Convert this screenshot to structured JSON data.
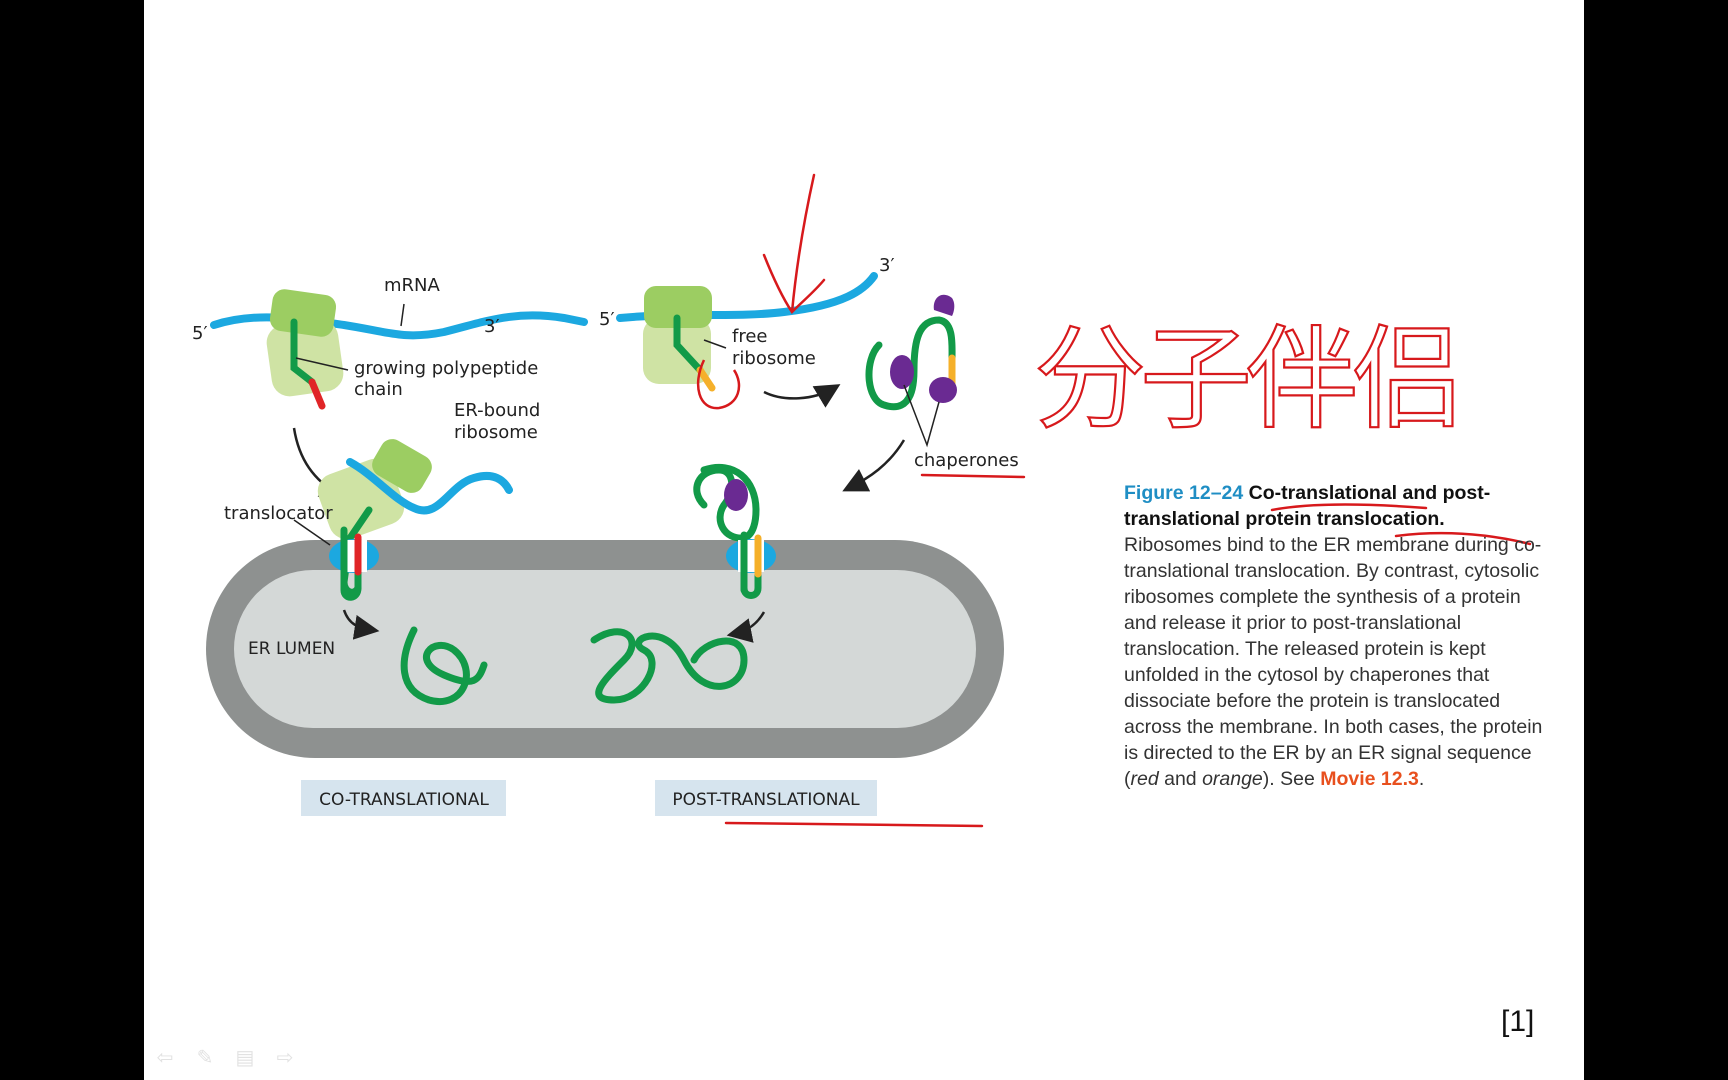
{
  "colors": {
    "mrna": "#1ca8e0",
    "ribosome_light": "#cfe3a4",
    "ribosome_dark": "#9ccd62",
    "polypeptide": "#129a48",
    "signal_red": "#e02527",
    "signal_orange": "#f5b02a",
    "chaperone": "#6a2a92",
    "membrane": "#8e9190",
    "lumen": "#d4d8d7",
    "annotation": "#d7191c",
    "label_box": "#d6e4ee",
    "figure_blue": "#1f8ec4",
    "movie_orange": "#e8501e"
  },
  "diagram": {
    "mrna_label": "mRNA",
    "five_prime": "5′",
    "three_prime": "3′",
    "growing_chain_label": [
      "growing polypeptide",
      "chain"
    ],
    "er_bound_label": [
      "ER-bound",
      "ribosome"
    ],
    "translocator_label": "translocator",
    "free_ribosome_label": [
      "free",
      "ribosome"
    ],
    "chaperones_label": "chaperones",
    "er_lumen_label": "ER LUMEN",
    "co_translational_label": "CO-TRANSLATIONAL",
    "post_translational_label": "POST-TRANSLATIONAL",
    "handwriting_note": "分子伴侣"
  },
  "caption": {
    "figure_number": "Figure 12–24",
    "title_part1": "Co-translational and",
    "title_part2": "post-translational protein translocation.",
    "body": "Ribosomes bind to the ER membrane during co-translational translocation. By contrast, cytosolic ribosomes complete the synthesis of a protein and release it prior to post-translational translocation. The released protein is kept unfolded in the cytosol by chaperones that dissociate before the protein is translocated across the membrane. In both cases, the protein is directed to the ER by an ER signal sequence (",
    "red_word": "red",
    "and_word": " and ",
    "orange_word": "orange",
    "see_text": "). See ",
    "movie": "Movie 12.3",
    "end": "."
  },
  "reference": "[1]",
  "nav_icons": [
    "back-arrow-icon",
    "pen-icon",
    "menu-icon",
    "forward-arrow-icon"
  ]
}
